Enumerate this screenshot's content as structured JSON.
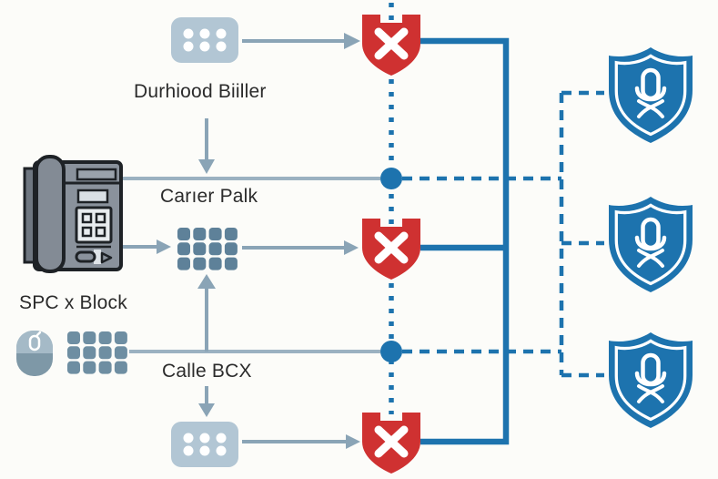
{
  "labels": {
    "top_source": "Durhiood Biiller",
    "carrier": "Carıer Palk",
    "phone": "SPC x Block",
    "bottom_source": "Calle BCX"
  },
  "colors": {
    "accent_blue": "#1d73ae",
    "alert_red": "#cf3131",
    "steel_gray": "#8aa4b6",
    "icon_light_blue": "#b2c6d4",
    "icon_steel_blue": "#5e86a0",
    "text": "#2b2b2b",
    "background": "#fcfcf9"
  },
  "content": {
    "block_shield_count": 3,
    "mic_shield_count": 3,
    "junction_dot_count": 2,
    "icon_kinds": [
      "keypad-icon",
      "dialpad-icon",
      "phone-icon",
      "mouse-icon",
      "block-shield-icon",
      "mic-shield-icon"
    ]
  }
}
